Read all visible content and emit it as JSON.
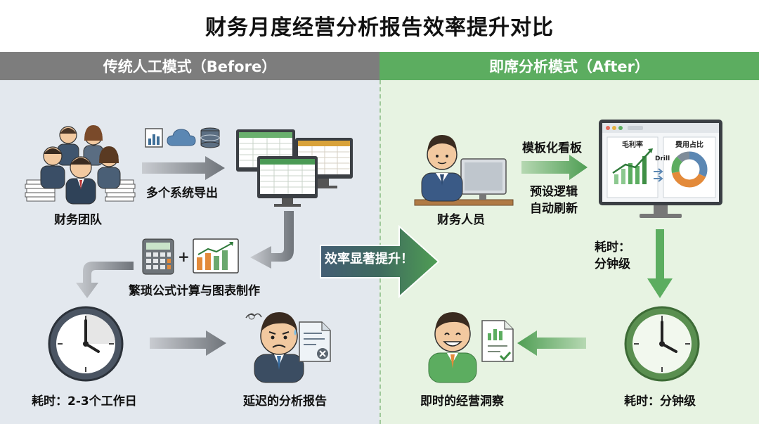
{
  "title": "财务月度经营分析报告效率提升对比",
  "before": {
    "header": "传统人工模式（Before）",
    "team_label": "财务团队",
    "export_label": "多个系统导出",
    "formula_label": "繁琐公式计算与图表制作",
    "time_label": "耗时：2-3个工作日",
    "delayed_label": "延迟的分析报告"
  },
  "after": {
    "header": "即席分析模式（After）",
    "staff_label": "财务人员",
    "template_label": "模板化看板",
    "preset_line1": "预设逻辑",
    "preset_line2": "自动刷新",
    "dash_gross": "毛利率",
    "dash_drill": "Drill",
    "dash_cost": "费用占比",
    "time_side_line1": "耗时：",
    "time_side_line2": "分钟级",
    "time_label": "耗时：分钟级",
    "insight_label": "即时的经营洞察"
  },
  "center_arrow": "效率显著提升！",
  "colors": {
    "gray_header": "#7d7d7d",
    "green_header": "#5cad60",
    "left_bg": "#e3e8ee",
    "right_bg": "#e7f3e2",
    "center_arrow": "#3f6a5f"
  },
  "icons": [
    "people-icon",
    "bar-chart-icon",
    "cloud-icon",
    "database-icon",
    "monitor-icon",
    "calculator-icon",
    "line-chart-icon",
    "clock-icon",
    "stressed-person-icon",
    "document-icon",
    "worker-icon",
    "dashboard-monitor-icon",
    "happy-person-icon",
    "checklist-icon"
  ]
}
